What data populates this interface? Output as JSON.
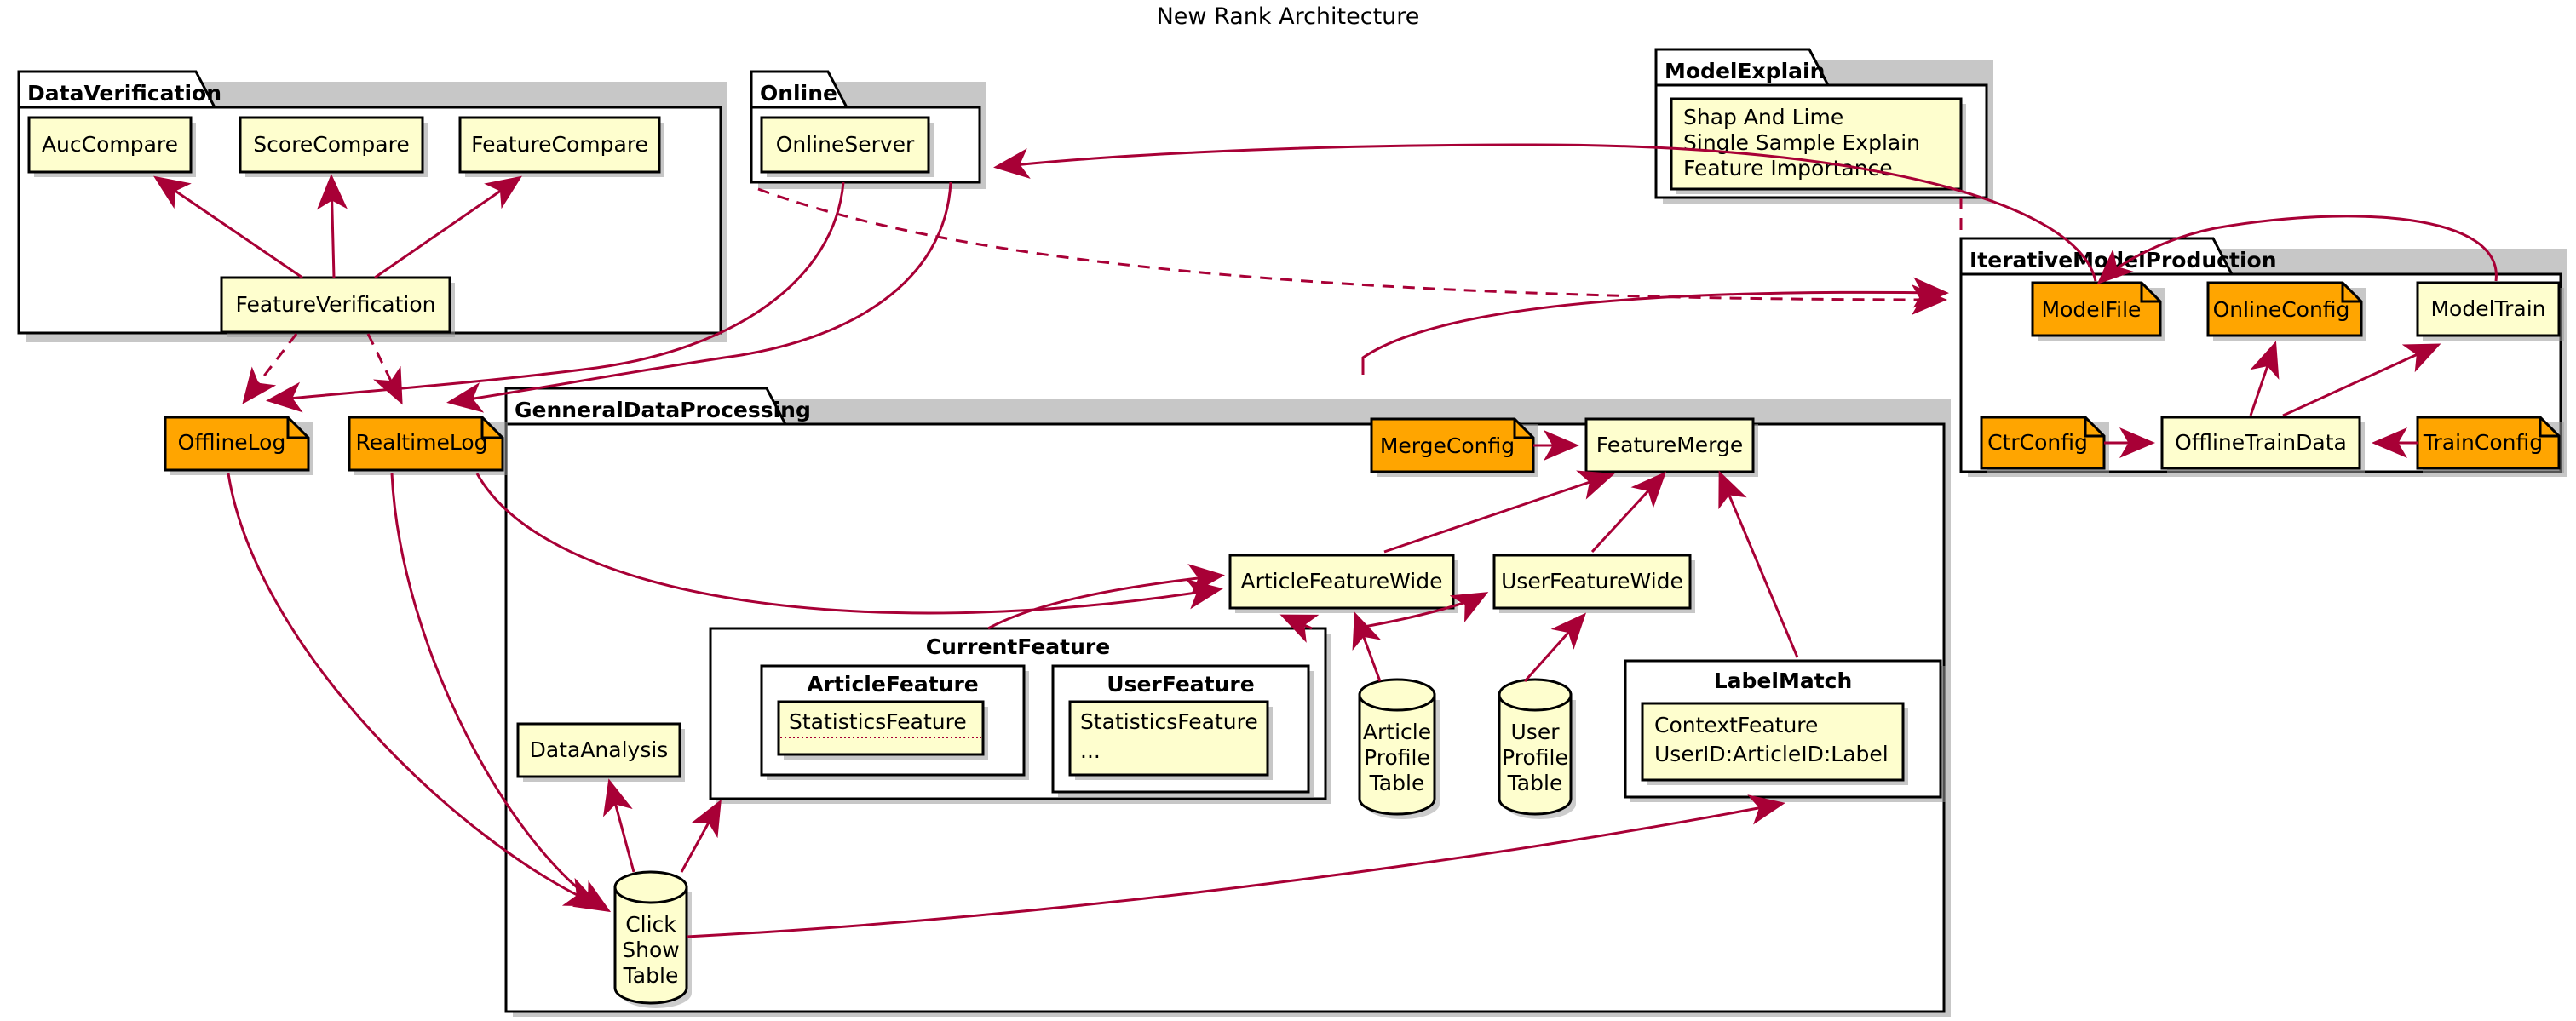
{
  "title": "New Rank Architecture",
  "colors": {
    "node_fill": "#FEFECE",
    "orange_fill": "#FFA500",
    "border": "#000000",
    "arrow": "#A80036",
    "package_fill": "#FFFFFF",
    "background": "#FFFFFF"
  },
  "packages": {
    "data_verification": {
      "name": "DataVerification",
      "components": [
        {
          "label": "AucCompare"
        },
        {
          "label": "ScoreCompare"
        },
        {
          "label": "FeatureCompare"
        },
        {
          "label": "FeatureVerification"
        }
      ]
    },
    "online": {
      "name": "Online",
      "components": [
        {
          "label": "OnlineServer"
        }
      ]
    },
    "model_explain": {
      "name": "ModelExplain",
      "note_lines": [
        "Shap And Lime",
        "Single Sample Explain",
        "Feature Importance"
      ]
    },
    "iterative_model_production": {
      "name": "IterativeModelProduction",
      "components": [
        {
          "label": "ModelFile",
          "kind": "orange-note"
        },
        {
          "label": "OnlineConfig",
          "kind": "orange-note"
        },
        {
          "label": "ModelTrain",
          "kind": "component"
        },
        {
          "label": "CtrConfig",
          "kind": "orange-note"
        },
        {
          "label": "OfflineTrainData",
          "kind": "component"
        },
        {
          "label": "TrainConfig",
          "kind": "orange-note"
        }
      ]
    },
    "genneral_data_processing": {
      "name": "GenneralDataProcessing",
      "components": [
        {
          "label": "MergeConfig",
          "kind": "orange-note"
        },
        {
          "label": "FeatureMerge",
          "kind": "component"
        },
        {
          "label": "ArticleFeatureWide",
          "kind": "component"
        },
        {
          "label": "UserFeatureWide",
          "kind": "component"
        },
        {
          "label": "DataAnalysis",
          "kind": "component"
        }
      ],
      "databases": [
        {
          "lines": [
            "Article",
            "Profile",
            "Table"
          ]
        },
        {
          "lines": [
            "User",
            "Profile",
            "Table"
          ]
        },
        {
          "lines": [
            "Click",
            "Show",
            "Table"
          ]
        }
      ],
      "sub_packages": {
        "current_feature": {
          "name": "CurrentFeature",
          "sub_packages": [
            {
              "name": "ArticleFeature",
              "note_lines": [
                "StatisticsFeature",
                ""
              ],
              "has_separator": true
            },
            {
              "name": "UserFeature",
              "note_lines": [
                "StatisticsFeature",
                "..."
              ],
              "has_separator": false
            }
          ]
        },
        "label_match": {
          "name": "LabelMatch",
          "note_lines": [
            "ContextFeature",
            "UserID:ArticleID:Label"
          ]
        }
      }
    }
  },
  "standalone_nodes": [
    {
      "label": "OfflineLog",
      "kind": "orange-note"
    },
    {
      "label": "RealtimeLog",
      "kind": "orange-note"
    }
  ]
}
